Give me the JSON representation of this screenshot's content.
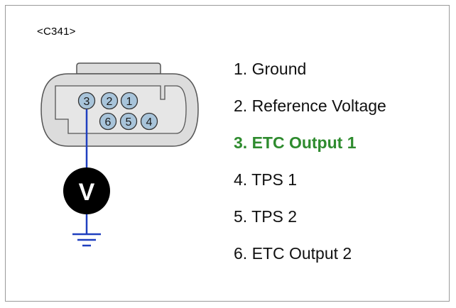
{
  "connector": {
    "name": "<C341>"
  },
  "pins": [
    {
      "number": "1",
      "label": "1. Ground",
      "highlight": false
    },
    {
      "number": "2",
      "label": "2. Reference Voltage",
      "highlight": false
    },
    {
      "number": "3",
      "label": "3. ETC Output 1",
      "highlight": true
    },
    {
      "number": "4",
      "label": "4. TPS 1",
      "highlight": false
    },
    {
      "number": "5",
      "label": "5. TPS 2",
      "highlight": false
    },
    {
      "number": "6",
      "label": "6. ETC Output 2",
      "highlight": false
    }
  ],
  "meter": {
    "symbol": "V",
    "probe_pin": "3"
  },
  "colors": {
    "highlight": "#2e8b2e",
    "probe_wire": "#1f3fbf",
    "connector_fill": "#dcdcdc",
    "pin_fill": "#a8c4da",
    "meter_fill": "#000000"
  },
  "icons": {
    "meter": "voltmeter-icon",
    "ground": "ground-icon"
  }
}
